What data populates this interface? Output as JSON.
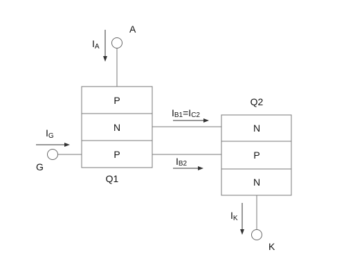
{
  "terminals": {
    "anode": "A",
    "gate": "G",
    "cathode": "K"
  },
  "transistors": {
    "q1": "Q1",
    "q2": "Q2"
  },
  "layers": {
    "q1": [
      "P",
      "N",
      "P"
    ],
    "q2": [
      "N",
      "P",
      "N"
    ]
  },
  "currents": {
    "ia": {
      "main": "I",
      "sub": "A"
    },
    "ig": {
      "main": "I",
      "sub": "G"
    },
    "ib1_ic2": {
      "main": "I",
      "sub1": "B1",
      "eq": "=I",
      "sub2": "C2"
    },
    "ib2": {
      "main": "I",
      "sub": "B2"
    },
    "ik": {
      "main": "I",
      "sub": "K"
    }
  }
}
